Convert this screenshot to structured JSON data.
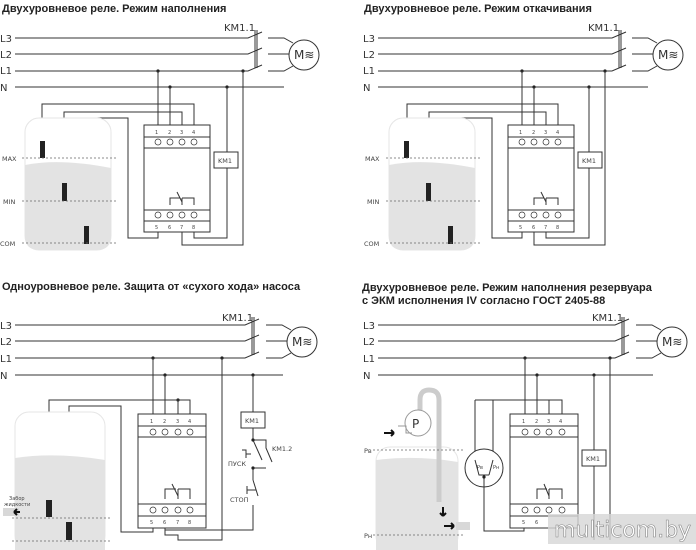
{
  "diagrams": [
    {
      "title": "Двухуровневое реле. Режим наполнения",
      "lines": [
        "L3",
        "L2",
        "L1",
        "N"
      ],
      "contactor": "KM1.1",
      "motor": "M≋",
      "coil": "KM1",
      "levels": [
        "MAX",
        "MIN",
        "COM"
      ],
      "terminals_top": [
        "1",
        "2",
        "3",
        "4"
      ],
      "terminals_bottom": [
        "5",
        "6",
        "7",
        "8"
      ]
    },
    {
      "title": "Двухуровневое реле. Режим откачивания",
      "lines": [
        "L3",
        "L2",
        "L1",
        "N"
      ],
      "contactor": "KM1.1",
      "motor": "M≋",
      "coil": "KM1",
      "levels": [
        "MAX",
        "MIN",
        "COM"
      ],
      "terminals_top": [
        "1",
        "2",
        "3",
        "4"
      ],
      "terminals_bottom": [
        "5",
        "6",
        "7",
        "8"
      ]
    },
    {
      "title": "Одноуровневое реле. Защита от «сухого хода» насоса",
      "lines": [
        "L3",
        "L2",
        "L1",
        "N"
      ],
      "contactor": "KM1.1",
      "motor": "M≋",
      "coil": "KM1",
      "aux_contact": "KM1.2",
      "start_button": "ПУСК",
      "stop_button": "СТОП",
      "intake_label_1": "Забор",
      "intake_label_2": "жидкости",
      "terminals_top": [
        "1",
        "2",
        "3",
        "4"
      ],
      "terminals_bottom": [
        "5",
        "6",
        "7",
        "8"
      ]
    },
    {
      "title_line1": "Двухуровневое реле. Режим наполнения резервуара",
      "title_line2": "с ЭКМ исполнения IV согласно ГОСТ 2405-88",
      "lines": [
        "L3",
        "L2",
        "L1",
        "N"
      ],
      "contactor": "KM1.1",
      "motor": "M≋",
      "coil": "KM1",
      "pump": "P",
      "upper_level": "Pв",
      "lower_level": "Pн",
      "gauge_upper": "Pв",
      "gauge_lower": "Pн",
      "terminals_top": [
        "1",
        "2",
        "3",
        "4"
      ],
      "terminals_bottom": [
        "5",
        "6"
      ]
    }
  ],
  "watermark": "multicom.by"
}
